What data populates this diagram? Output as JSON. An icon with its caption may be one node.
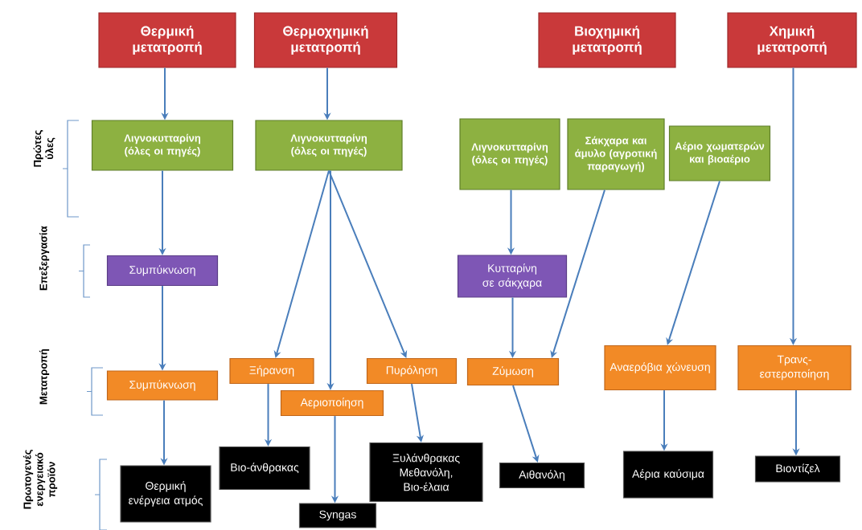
{
  "diagram": {
    "nodes": [
      {
        "text": [
          "Θερμική μετατροπή"
        ]
      },
      {
        "text": [
          "Θερμοχημική μετατροπή"
        ]
      },
      {
        "text": [
          "Βιοχημική μετατροπή"
        ]
      },
      {
        "text": [
          "Χημική μετατροπή"
        ]
      },
      {
        "text": [
          "Λιγνοκυτταρίνη (όλες οι πηγές)"
        ]
      },
      {
        "text": [
          "Λιγνοκυτταρίνη (όλες οι πηγές)"
        ]
      },
      {
        "text": [
          "Λιγνοκυτταρίνη (όλες οι πηγές)"
        ]
      },
      {
        "text": [
          "Σάκχαρα και άμυλο (αγροτική παραγωγή)"
        ]
      },
      {
        "text": [
          "Αέριο χωματερών και βιοαέριο"
        ]
      },
      {
        "text": [
          "Συμπύκνωση"
        ]
      },
      {
        "text": [
          "Κυτταρίνη σε σάκχαρα"
        ]
      },
      {
        "text": [
          "Συμπύκνωση"
        ]
      },
      {
        "text": [
          "Ξήρανση"
        ]
      },
      {
        "text": [
          "Αεριοποίηση"
        ]
      },
      {
        "text": [
          "Πυρόληση"
        ]
      },
      {
        "text": [
          "Ζύμωση"
        ]
      },
      {
        "text": [
          "Αναερόβια χώνευση"
        ]
      },
      {
        "text": [
          "Τρανς-εστεροποίηση"
        ]
      },
      {
        "text": [
          "Θερμική ενέργεια ατμός"
        ]
      },
      {
        "text": [
          "Βιο-άνθρακας"
        ]
      },
      {
        "text": [
          "Syngas"
        ]
      },
      {
        "text": [
          "Ξυλάνθρακας Μεθανόλη, Βιο-έλαια"
        ]
      },
      {
        "text": [
          "Αιθανόλη"
        ]
      },
      {
        "text": [
          "Αέρια καύσιμα"
        ]
      },
      {
        "text": [
          "Βιοντίζελ"
        ]
      }
    ],
    "edges": [
      {
        "from": 0,
        "to": 4,
        "arrow": "to"
      },
      {
        "from": 4,
        "to": 9,
        "arrow": "to"
      },
      {
        "from": 9,
        "to": 11,
        "arrow": "to"
      },
      {
        "from": 11,
        "to": 18,
        "arrow": "to"
      },
      {
        "from": 1,
        "to": 5,
        "arrow": "to"
      },
      {
        "from": 5,
        "to": 12,
        "arrow": "to"
      },
      {
        "from": 5,
        "to": 13,
        "arrow": "to"
      },
      {
        "from": 5,
        "to": 14,
        "arrow": "to"
      },
      {
        "from": 12,
        "to": 19,
        "arrow": "to"
      },
      {
        "from": 13,
        "to": 20,
        "arrow": "to"
      },
      {
        "from": 14,
        "to": 21,
        "arrow": "to"
      },
      {
        "from": 6,
        "to": 10,
        "arrow": "to"
      },
      {
        "from": 10,
        "to": 15,
        "arrow": "to"
      },
      {
        "from": 7,
        "to": 15,
        "arrow": "to"
      },
      {
        "from": 15,
        "to": 22,
        "arrow": "to"
      },
      {
        "from": 8,
        "to": 16,
        "arrow": "to"
      },
      {
        "from": 16,
        "to": 23,
        "arrow": "to"
      },
      {
        "from": 3,
        "to": 17,
        "arrow": "to"
      },
      {
        "from": 17,
        "to": 24,
        "arrow": "to"
      }
    ],
    "labels": [
      "Πρώτες ύλες",
      "Επεξεργασία",
      "Μετατροπή",
      "Πρωτογενές ενεργειακό προϊόν"
    ]
  }
}
